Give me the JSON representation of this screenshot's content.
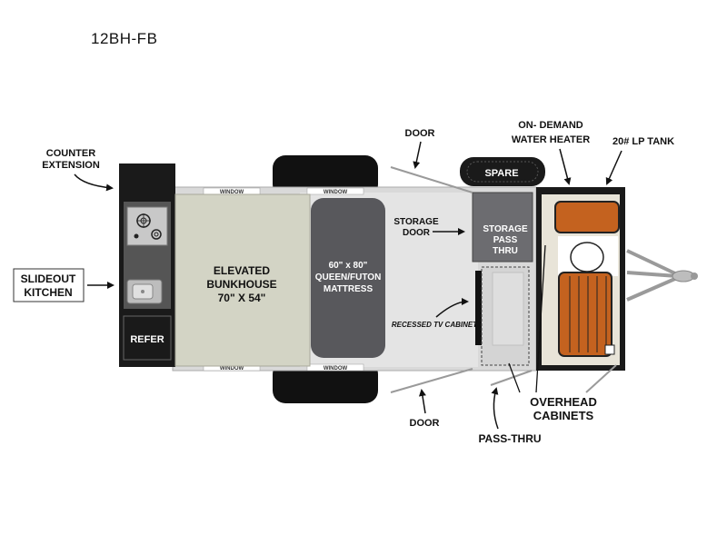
{
  "title": "12BH-FB",
  "labels": {
    "counter_extension": [
      "COUNTER",
      "EXTENSION"
    ],
    "slideout_kitchen": [
      "SLIDEOUT",
      "KITCHEN"
    ],
    "refer": "REFER",
    "bunkhouse": [
      "ELEVATED",
      "BUNKHOUSE",
      "70\" X 54\""
    ],
    "mattress": [
      "60\" x 80\"",
      "QUEEN/FUTON",
      "MATTRESS"
    ],
    "window": "WINDOW",
    "door": "DOOR",
    "storage_door": [
      "STORAGE",
      "DOOR"
    ],
    "spare": "SPARE",
    "storage_pass_thru": [
      "STORAGE",
      "PASS",
      "THRU"
    ],
    "recessed_tv": "RECESSED TV CABINET",
    "on_demand_water_heater": [
      "ON- DEMAND",
      "WATER HEATER"
    ],
    "lp_tank": "20# LP TANK",
    "overhead_cabinets": [
      "OVERHEAD",
      "CABINETS"
    ],
    "pass_thru": "PASS-THRU"
  }
}
